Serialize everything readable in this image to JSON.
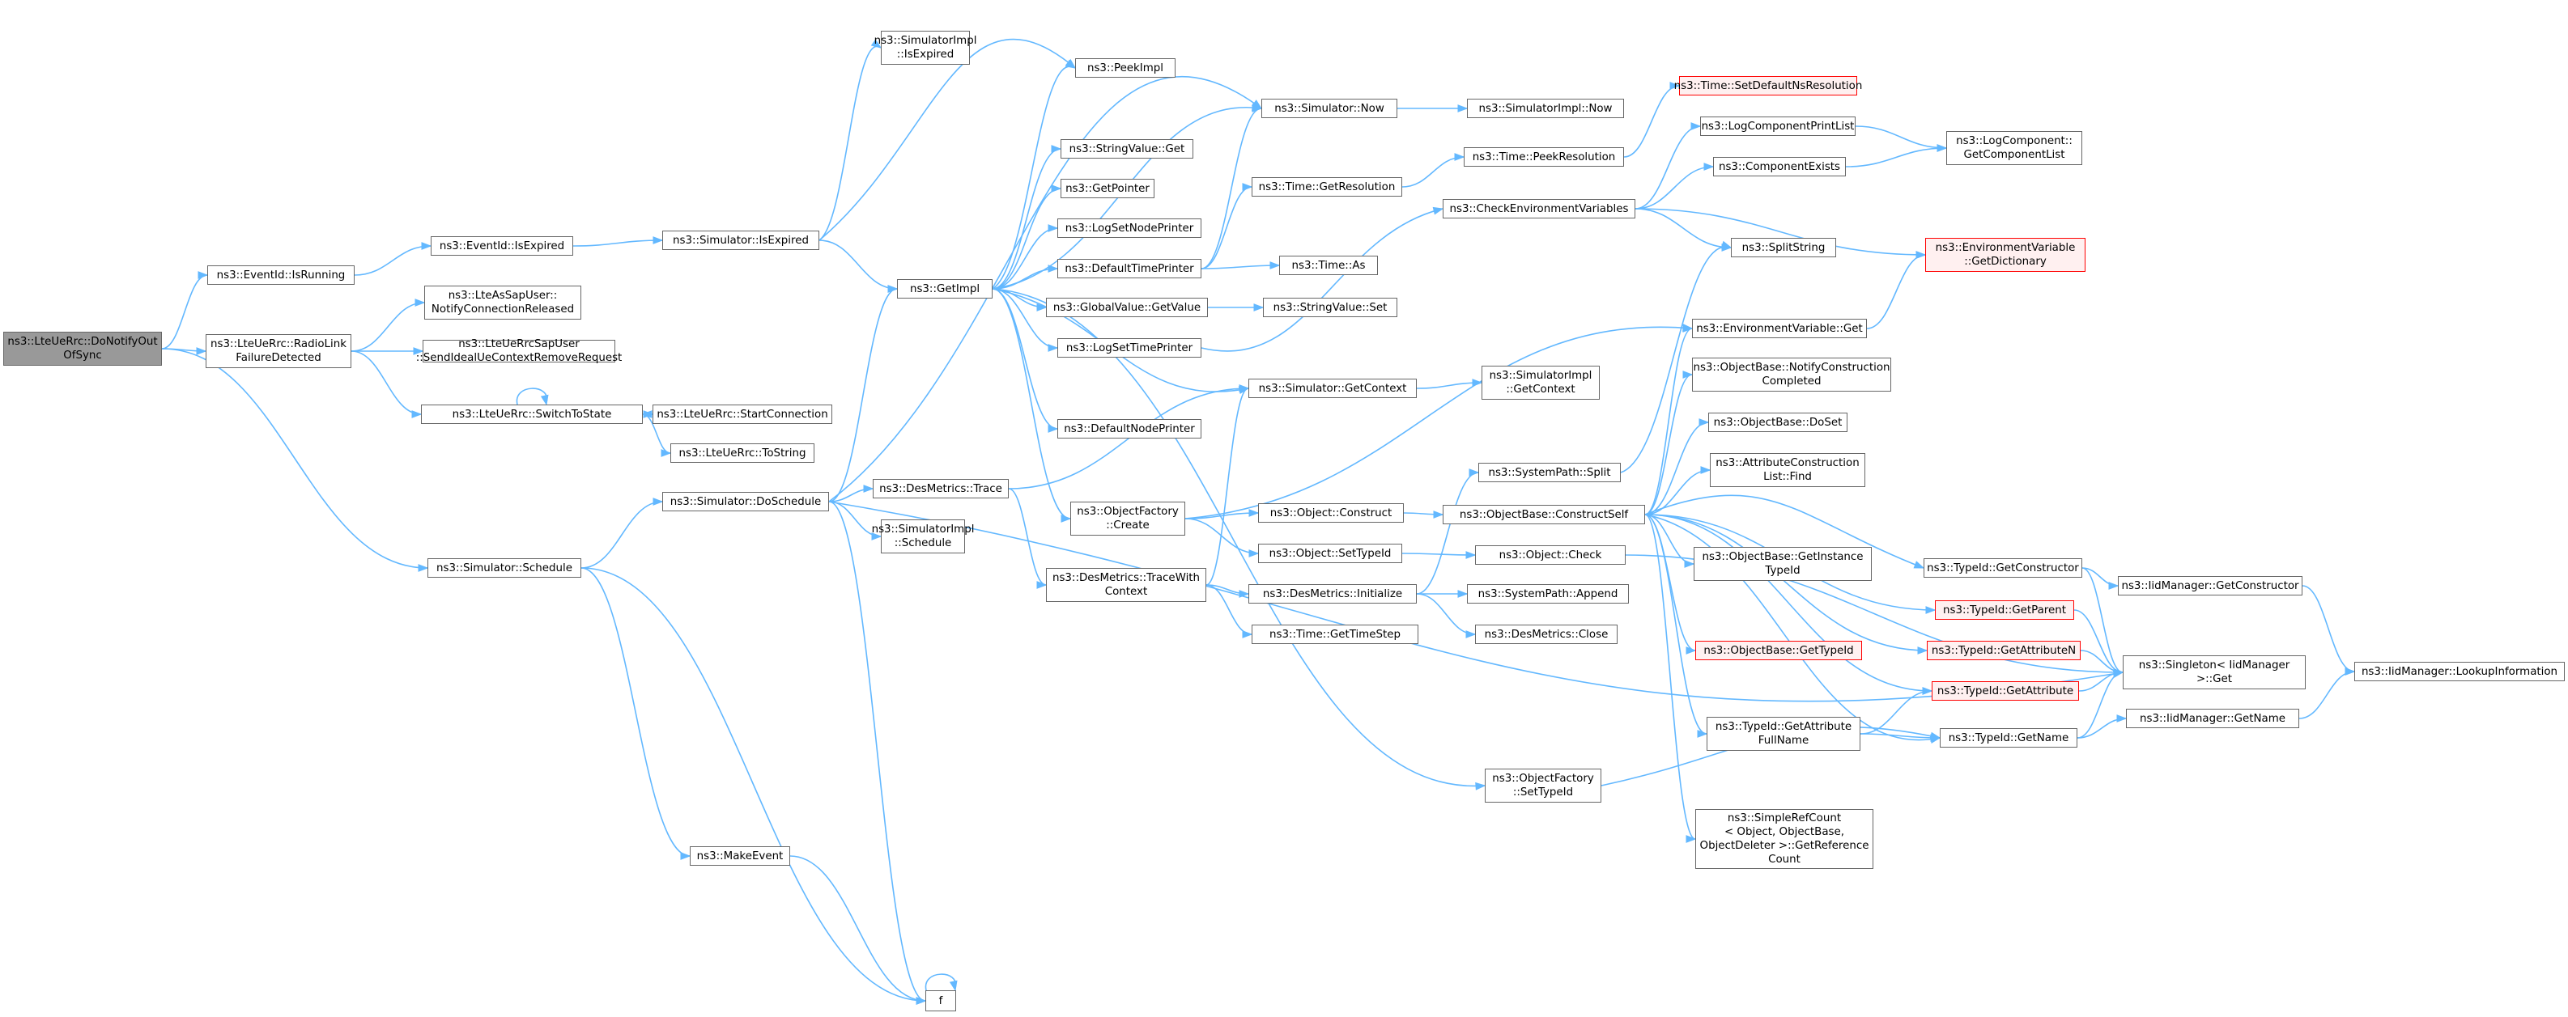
{
  "colors": {
    "edge": "#63b8ff",
    "node_border": "#666666",
    "node_border_truncated": "#ff0000",
    "node_fill_truncated": "#fff0f0",
    "root_fill": "#999999",
    "node_fill": "#ffffff"
  },
  "nodes": {
    "n0": [
      "ns3::LteUeRrc::DoNotifyOut",
      "OfSync"
    ],
    "n1": [
      "ns3::EventId::IsRunning"
    ],
    "n2": [
      "ns3::LteUeRrc::RadioLink",
      "FailureDetected"
    ],
    "n3": [
      "ns3::Simulator::Schedule"
    ],
    "n4": [
      "ns3::EventId::IsExpired"
    ],
    "n5": [
      "ns3::LteAsSapUser::",
      "NotifyConnectionReleased"
    ],
    "n6": [
      "ns3::LteUeRrcSapUser",
      "::SendIdealUeContextRemoveRequest"
    ],
    "n7": [
      "ns3::LteUeRrc::SwitchToState"
    ],
    "n8": [
      "ns3::LteUeRrc::StartConnection"
    ],
    "n9": [
      "ns3::LteUeRrc::ToString"
    ],
    "n10": [
      "ns3::Simulator::DoSchedule"
    ],
    "n11": [
      "ns3::MakeEvent"
    ],
    "n12": [
      "f"
    ],
    "n13": [
      "ns3::Simulator::IsExpired"
    ],
    "n14": [
      "ns3::SimulatorImpl",
      "::IsExpired"
    ],
    "n15": [
      "ns3::PeekImpl"
    ],
    "n16": [
      "ns3::GetImpl"
    ],
    "n17": [
      "ns3::DesMetrics::Trace"
    ],
    "n18": [
      "ns3::SimulatorImpl",
      "::Schedule"
    ],
    "n19": [
      "ns3::StringValue::Get"
    ],
    "n20": [
      "ns3::GetPointer"
    ],
    "n21": [
      "ns3::LogSetNodePrinter"
    ],
    "n22": [
      "ns3::DefaultTimePrinter"
    ],
    "n23": [
      "ns3::GlobalValue::GetValue"
    ],
    "n24": [
      "ns3::LogSetTimePrinter"
    ],
    "n25": [
      "ns3::DefaultNodePrinter"
    ],
    "n26": [
      "ns3::ObjectFactory",
      "::Create"
    ],
    "n27": [
      "ns3::DesMetrics::TraceWith",
      "Context"
    ],
    "n28": [
      "ns3::Simulator::Now"
    ],
    "n29": [
      "ns3::Time::GetResolution"
    ],
    "n30": [
      "ns3::Time::As"
    ],
    "n31": [
      "ns3::StringValue::Set"
    ],
    "n32": [
      "ns3::Simulator::GetContext"
    ],
    "n33": [
      "ns3::Object::Construct"
    ],
    "n34": [
      "ns3::Object::SetTypeId"
    ],
    "n35": [
      "ns3::DesMetrics::Initialize"
    ],
    "n36": [
      "ns3::Time::GetTimeStep"
    ],
    "n37": [
      "ns3::ObjectFactory",
      "::SetTypeId"
    ],
    "n38": [
      "ns3::SimulatorImpl::Now"
    ],
    "n39": [
      "ns3::Time::PeekResolution"
    ],
    "n40": [
      "ns3::CheckEnvironmentVariables"
    ],
    "n41": [
      "ns3::SimulatorImpl",
      "::GetContext"
    ],
    "n42": [
      "ns3::SystemPath::Split"
    ],
    "n43": [
      "ns3::ObjectBase::ConstructSelf"
    ],
    "n44": [
      "ns3::Object::Check"
    ],
    "n45": [
      "ns3::SystemPath::Append"
    ],
    "n46": [
      "ns3::DesMetrics::Close"
    ],
    "n47": [
      "ns3::Time::SetDefaultNsResolution"
    ],
    "n48": [
      "ns3::LogComponentPrintList"
    ],
    "n49": [
      "ns3::ComponentExists"
    ],
    "n50": [
      "ns3::SplitString"
    ],
    "n51": [
      "ns3::EnvironmentVariable",
      "::GetDictionary"
    ],
    "n52": [
      "ns3::EnvironmentVariable::Get"
    ],
    "n53": [
      "ns3::ObjectBase::NotifyConstruction",
      "Completed"
    ],
    "n54": [
      "ns3::ObjectBase::DoSet"
    ],
    "n55": [
      "ns3::AttributeConstruction",
      "List::Find"
    ],
    "n56": [
      "ns3::ObjectBase::GetInstance",
      "TypeId"
    ],
    "n57": [
      "ns3::ObjectBase::GetTypeId"
    ],
    "n58": [
      "ns3::TypeId::GetAttribute",
      "FullName"
    ],
    "n59": [
      "ns3::SimpleRefCount",
      "< Object, ObjectBase,",
      "ObjectDeleter >::GetReference",
      "Count"
    ],
    "n60": [
      "ns3::TypeId::GetConstructor"
    ],
    "n61": [
      "ns3::TypeId::GetParent"
    ],
    "n62": [
      "ns3::TypeId::GetAttributeN"
    ],
    "n63": [
      "ns3::TypeId::GetAttribute"
    ],
    "n64": [
      "ns3::TypeId::GetName"
    ],
    "n65": [
      "ns3::LogComponent::",
      "GetComponentList"
    ],
    "n66": [
      "ns3::IidManager::GetConstructor"
    ],
    "n67": [
      "ns3::Singleton< IidManager",
      ">::Get"
    ],
    "n68": [
      "ns3::IidManager::GetName"
    ],
    "n69": [
      "ns3::IidManager::LookupInformation"
    ]
  }
}
